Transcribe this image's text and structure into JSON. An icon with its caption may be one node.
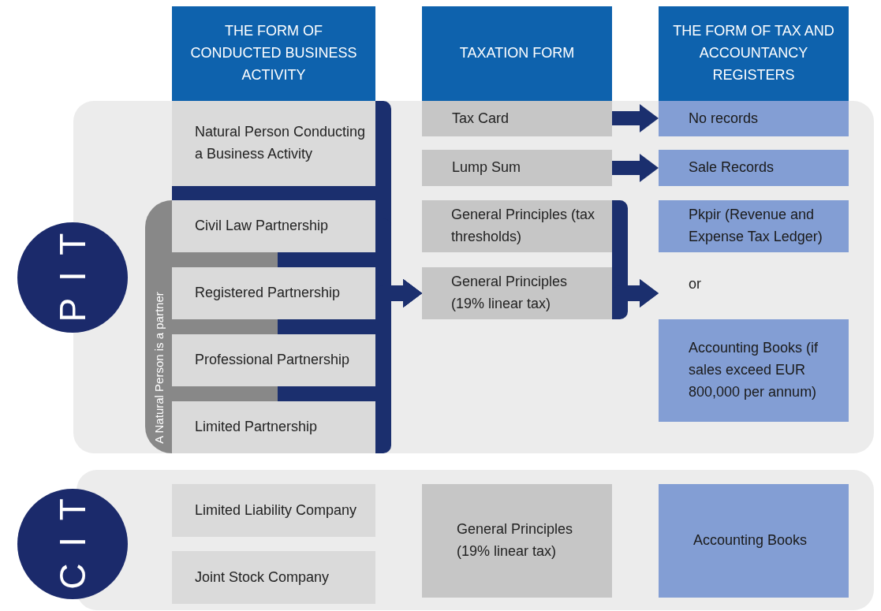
{
  "diagram": {
    "nodes": [
      {
        "text": [
          "THE FORM OF CONDUCTED BUSINESS ACTIVITY"
        ]
      },
      {
        "text": [
          "TAXATION FORM"
        ]
      },
      {
        "text": [
          "THE FORM OF TAX AND ACCOUNTANCY REGISTERS"
        ]
      },
      {
        "text": [],
        "shape": "box"
      },
      {
        "text": [
          "PIT"
        ]
      },
      {
        "text": [
          "Natural Person Conducting a Business Activity"
        ],
        "in": 3
      },
      {
        "text": [
          "A Natural Person is a partner"
        ],
        "in": 3
      },
      {
        "text": [
          "Civil Law Partnership"
        ],
        "in": 3
      },
      {
        "text": [
          "Registered Partnership"
        ],
        "in": 3
      },
      {
        "text": [
          "Professional Partnership"
        ],
        "in": 3
      },
      {
        "text": [
          "Limited Partnership"
        ],
        "in": 3
      },
      {
        "text": [
          "Tax Card"
        ],
        "in": 3
      },
      {
        "text": [
          "Lump Sum"
        ],
        "in": 3
      },
      {
        "text": [
          "General Principles (tax thresholds)"
        ],
        "in": 3
      },
      {
        "text": [
          "General Principles (19% linear tax)"
        ],
        "in": 3
      },
      {
        "text": [
          "No records"
        ],
        "in": 3
      },
      {
        "text": [
          "Sale Records"
        ],
        "in": 3
      },
      {
        "text": [
          "Pkpir (Revenue and Expense Tax Ledger)"
        ],
        "in": 3
      },
      {
        "text": [
          "or"
        ],
        "in": 3
      },
      {
        "text": [
          "Accounting Books (if sales exceed EUR 800,000 per annum)"
        ],
        "in": 3
      },
      {
        "text": [],
        "shape": "box"
      },
      {
        "text": [
          "CIT"
        ]
      },
      {
        "text": [
          "Limited Liability Company"
        ],
        "in": 20
      },
      {
        "text": [
          "Joint Stock Company"
        ],
        "in": 20
      },
      {
        "text": [
          "General Principles (19% linear tax)"
        ],
        "in": 20
      },
      {
        "text": [
          "Accounting Books"
        ],
        "in": 20
      }
    ],
    "edges": [
      {
        "from": 5,
        "to": 14,
        "arrow": "to"
      },
      {
        "from": 7,
        "to": 14,
        "arrow": "to"
      },
      {
        "from": 8,
        "to": 14,
        "arrow": "to"
      },
      {
        "from": 9,
        "to": 14,
        "arrow": "to"
      },
      {
        "from": 10,
        "to": 14,
        "arrow": "to"
      },
      {
        "from": 11,
        "to": 15,
        "arrow": "to"
      },
      {
        "from": 12,
        "to": 16,
        "arrow": "to"
      },
      {
        "from": 13,
        "to": 18,
        "arrow": "to"
      },
      {
        "from": 14,
        "to": 18,
        "arrow": "to"
      }
    ]
  }
}
